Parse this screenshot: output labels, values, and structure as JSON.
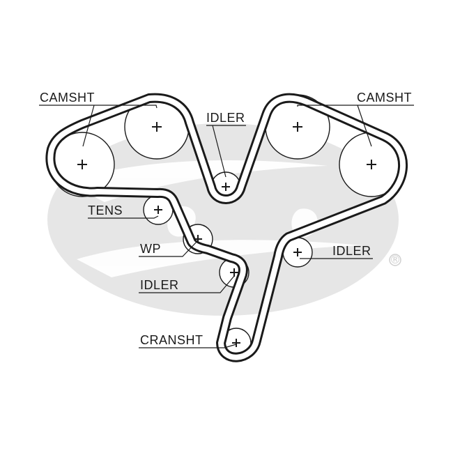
{
  "labels": {
    "camshaft_left": "CAMSHT",
    "camshaft_right": "CAMSHT",
    "idler_top": "IDLER",
    "idler_right": "IDLER",
    "idler_lower": "IDLER",
    "tensioner": "TENS",
    "water_pump": "WP",
    "crankshaft": "CRANSHT"
  },
  "watermark": {
    "registered_mark": "®"
  },
  "colors": {
    "belt": "#1a1a1a",
    "watermark": "#e6e6e6"
  }
}
